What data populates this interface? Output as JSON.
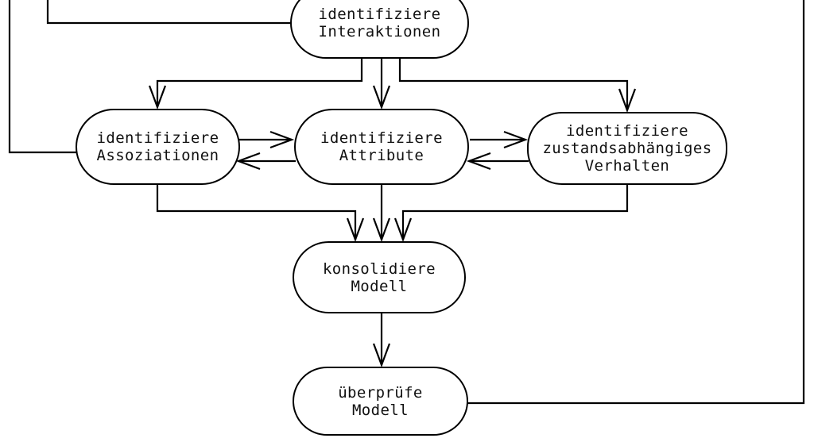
{
  "diagram": {
    "type": "flowchart",
    "language": "de",
    "colors": {
      "background": "#ffffff",
      "stroke": "#000000",
      "text": "#111111"
    },
    "nodes": {
      "interaktionen": {
        "lines": [
          "identifiziere",
          "Interaktionen"
        ]
      },
      "assoziationen": {
        "lines": [
          "identifiziere",
          "Assoziationen"
        ]
      },
      "attribute": {
        "lines": [
          "identifiziere",
          "Attribute"
        ]
      },
      "verhalten": {
        "lines": [
          "identifiziere",
          "zustandsabhängiges",
          "Verhalten"
        ]
      },
      "konsolidiere": {
        "lines": [
          "konsolidiere",
          "Modell"
        ]
      },
      "ueberpruefe": {
        "lines": [
          "überprüfe",
          "Modell"
        ]
      }
    },
    "edges": [
      {
        "from": "identifiziere Interaktionen",
        "to": "identifiziere Assoziationen",
        "arrow": true
      },
      {
        "from": "identifiziere Interaktionen",
        "to": "identifiziere Attribute",
        "arrow": true
      },
      {
        "from": "identifiziere Interaktionen",
        "to": "identifiziere zustandsabhängiges Verhalten",
        "arrow": true
      },
      {
        "from": "identifiziere Assoziationen",
        "to": "identifiziere Attribute",
        "arrow": true
      },
      {
        "from": "identifiziere Attribute",
        "to": "identifiziere Assoziationen",
        "arrow": true
      },
      {
        "from": "identifiziere Attribute",
        "to": "identifiziere zustandsabhängiges Verhalten",
        "arrow": true
      },
      {
        "from": "identifiziere zustandsabhängiges Verhalten",
        "to": "identifiziere Attribute",
        "arrow": true
      },
      {
        "from": "identifiziere Assoziationen",
        "to": "konsolidiere Modell",
        "arrow": true
      },
      {
        "from": "identifiziere Attribute",
        "to": "konsolidiere Modell",
        "arrow": true
      },
      {
        "from": "identifiziere zustandsabhängiges Verhalten",
        "to": "konsolidiere Modell",
        "arrow": true
      },
      {
        "from": "konsolidiere Modell",
        "to": "überprüfe Modell",
        "arrow": true
      },
      {
        "from": "überprüfe Modell",
        "to": "identifiziere Interaktionen",
        "arrow": false,
        "style": "feedback loop cut off at top edge"
      },
      {
        "from": "überprüfe Modell",
        "to": "identifiziere Assoziationen",
        "arrow": false,
        "style": "feedback loop cut off at top edge"
      }
    ]
  }
}
